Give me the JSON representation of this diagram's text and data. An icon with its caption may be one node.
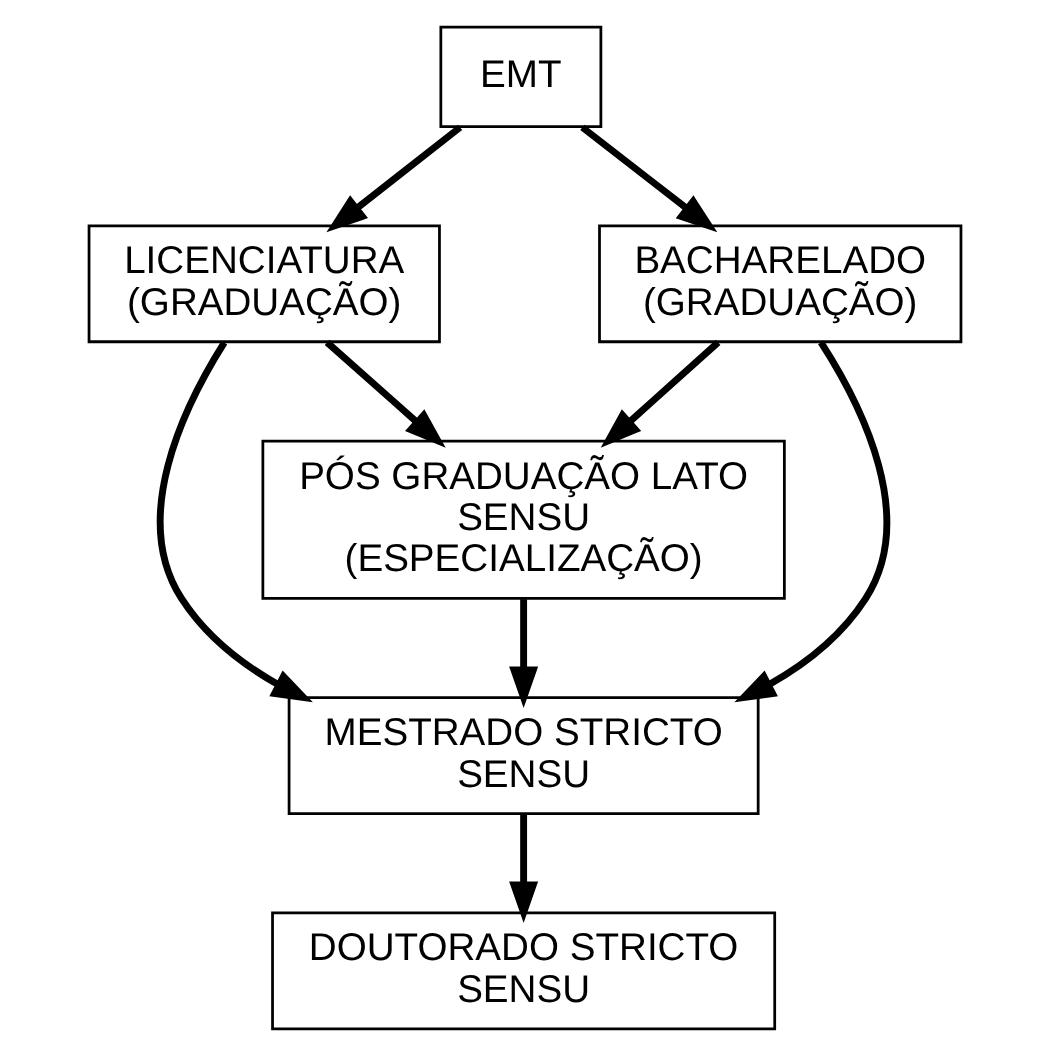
{
  "diagram": {
    "nodes": [
      {
        "text": [
          "EMT"
        ]
      },
      {
        "text": [
          "LICENCIATURA (GRADUAÇÃO)"
        ]
      },
      {
        "text": [
          "BACHARELADO (GRADUAÇÃO)"
        ]
      },
      {
        "text": [
          "PÓS GRADUAÇÃO LATO SENSU (ESPECIALIZAÇÃO)"
        ]
      },
      {
        "text": [
          "MESTRADO STRICTO SENSU"
        ]
      },
      {
        "text": [
          "DOUTORADO STRICTO SENSU"
        ]
      }
    ],
    "edges": [
      {
        "from": 0,
        "to": 1,
        "arrow": "to"
      },
      {
        "from": 0,
        "to": 2,
        "arrow": "to"
      },
      {
        "from": 1,
        "to": 3,
        "arrow": "to"
      },
      {
        "from": 2,
        "to": 3,
        "arrow": "to"
      },
      {
        "from": 3,
        "to": 4,
        "arrow": "to"
      },
      {
        "from": 1,
        "to": 4,
        "arrow": "to"
      },
      {
        "from": 2,
        "to": 4,
        "arrow": "to"
      },
      {
        "from": 4,
        "to": 5,
        "arrow": "to"
      }
    ]
  }
}
